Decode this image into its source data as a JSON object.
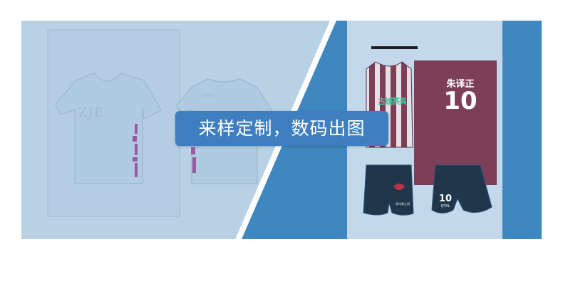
{
  "banner": {
    "cta_text": "来样定制，数码出图",
    "colors": {
      "left_bg": "#b9d1e5",
      "right_bg": "#3f87c0",
      "panel_bg": "#c3d8ea",
      "cta_bg": "#3f7fbf",
      "jersey": "#7d3f58",
      "shorts": "#20364b"
    }
  },
  "jersey": {
    "name": "朱译正",
    "number": "10"
  },
  "shorts": {
    "number": "10",
    "label": "QTAL",
    "logo_text": "泉州港之间"
  },
  "sample": {
    "front_text": "ZJE",
    "back_tag": "印象体",
    "vest_sponsor": "古城茶具"
  }
}
